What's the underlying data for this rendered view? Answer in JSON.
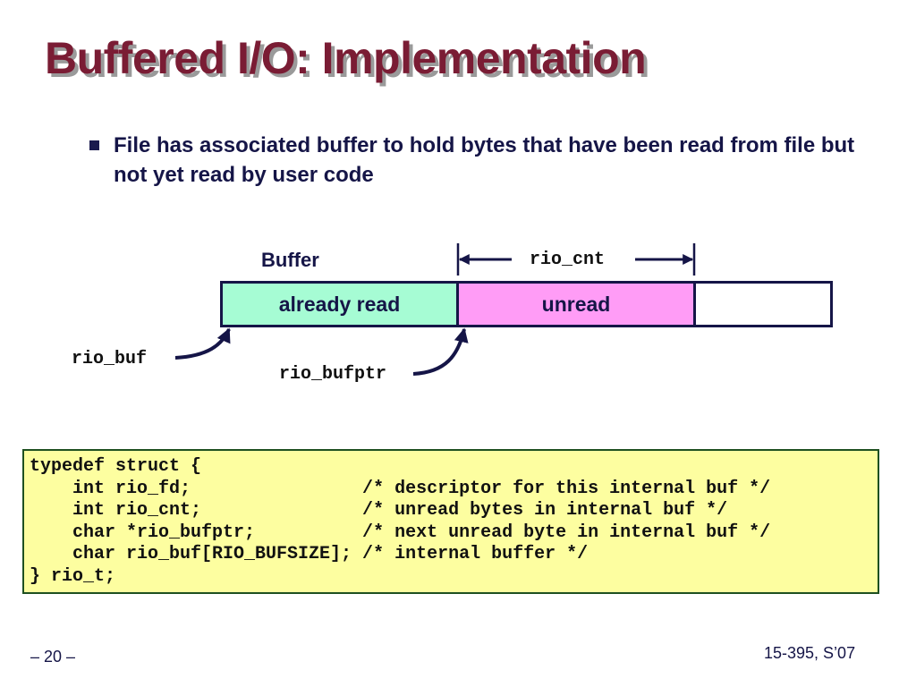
{
  "title": "Buffered I/O: Implementation",
  "bullet": {
    "text": "File has associated buffer to hold bytes that have been read from file but not yet read by user code"
  },
  "diagram": {
    "buffer_label": "Buffer",
    "cnt_label": "rio_cnt",
    "segments": {
      "already_read": "already read",
      "unread": "unread",
      "empty": ""
    },
    "pointers": {
      "buf": "rio_buf",
      "bufptr": "rio_bufptr"
    },
    "colors": {
      "already_read": "#a6fcd4",
      "unread": "#ff9cf6",
      "outline": "#151547"
    }
  },
  "code": {
    "lines": [
      "typedef struct {",
      "    int rio_fd;                /* descriptor for this internal buf */",
      "    int rio_cnt;               /* unread bytes in internal buf */",
      "    char *rio_bufptr;          /* next unread byte in internal buf */",
      "    char rio_buf[RIO_BUFSIZE]; /* internal buffer */",
      "} rio_t;"
    ],
    "background": "#fdfea0"
  },
  "footer": {
    "page": "– 20 –",
    "course": "15-395, S’07"
  },
  "colors": {
    "title": "#7a1c34",
    "text": "#151547"
  }
}
